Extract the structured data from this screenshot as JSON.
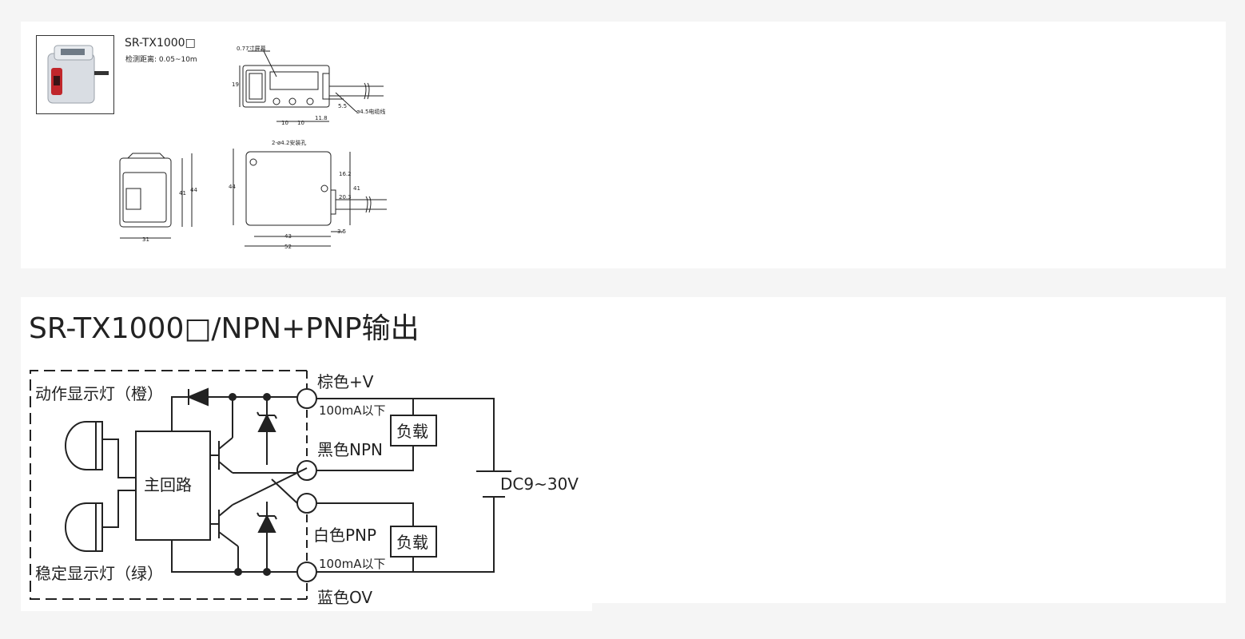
{
  "product": {
    "model": "SR-TX1000□",
    "range": "检测距离: 0.05~10m"
  },
  "dimensions": {
    "display_label": "0.77寸屏幕",
    "cable_label": "ø4.5电缆线",
    "hole_label": "2-ø4.2安装孔",
    "top_view": {
      "h": "19",
      "p1": "10",
      "p2": "10",
      "p3": "11.8",
      "c1": "5.5"
    },
    "front_view": {
      "w": "31",
      "h1": "41",
      "h2": "44"
    },
    "side_view": {
      "h": "44",
      "h41": "41",
      "d1": "16.2",
      "d2": "20.3",
      "w43": "43",
      "w52": "52",
      "w35": "3.5"
    }
  },
  "wiring": {
    "title": "SR-TX1000□/NPN+PNP输出",
    "led_action": "动作显示灯（橙）",
    "led_stable": "稳定显示灯（绿）",
    "main_circuit": "主回路",
    "brown": "棕色+V",
    "current_top": "100mA以下",
    "black": "黑色NPN",
    "white": "白色PNP",
    "current_bottom": "100mA以下",
    "blue": "蓝色OV",
    "load_top": "负载",
    "load_bottom": "负载",
    "supply": "DC9~30V"
  }
}
